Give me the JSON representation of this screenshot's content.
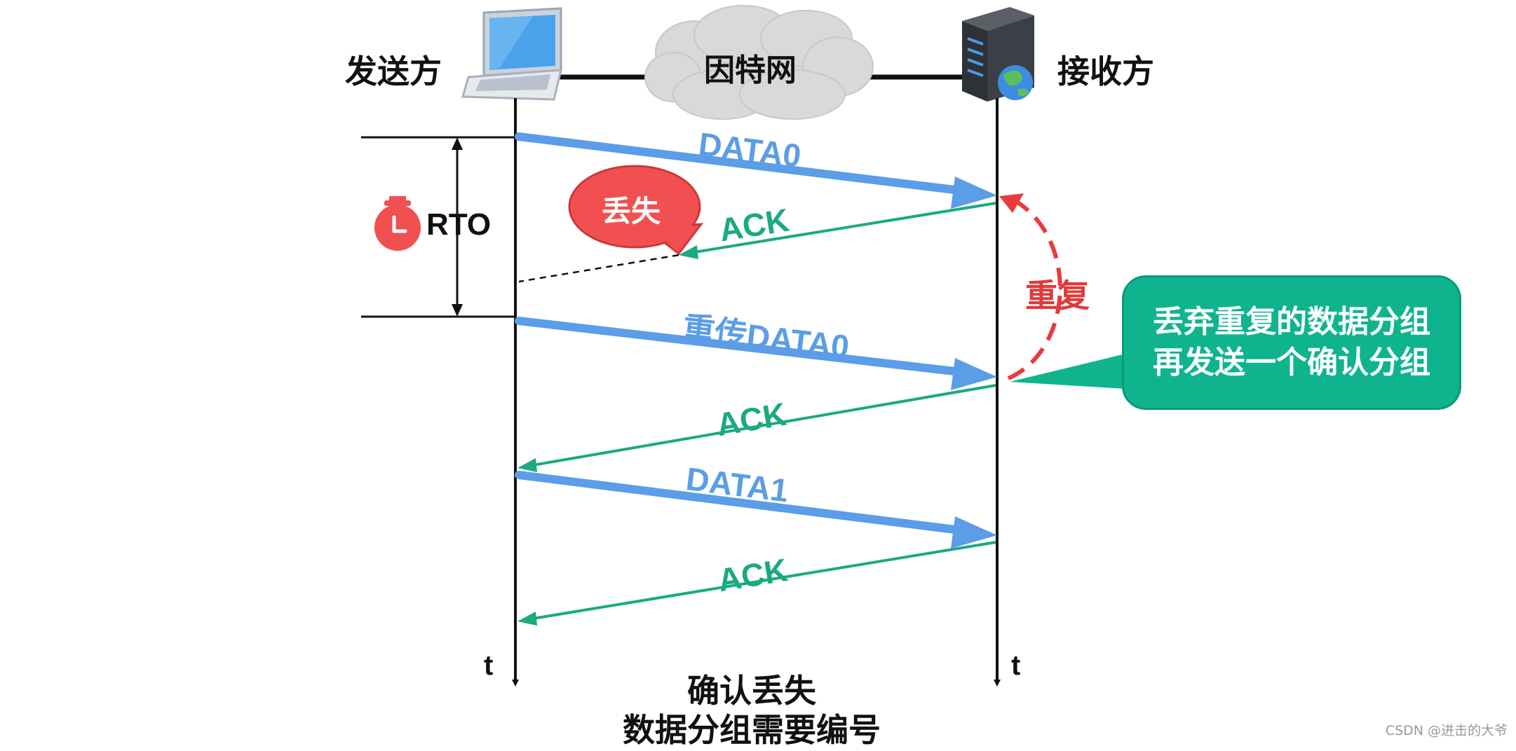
{
  "sender": {
    "label": "发送方"
  },
  "receiver": {
    "label": "接收方"
  },
  "network": {
    "label": "因特网"
  },
  "timer": {
    "label": "RTO"
  },
  "time_axis": {
    "left_label": "t",
    "right_label": "t"
  },
  "messages": {
    "data0": "DATA0",
    "ack_lost": "ACK",
    "retransmit": "重传DATA0",
    "ack2": "ACK",
    "data1": "DATA1",
    "ack3": "ACK"
  },
  "lost_bubble": {
    "label": "丢失"
  },
  "duplicate": {
    "label": "重复"
  },
  "note": {
    "line1": "丢弃重复的数据分组",
    "line2": "再发送一个确认分组"
  },
  "caption": {
    "line1": "确认丢失",
    "line2": "数据分组需要编号"
  },
  "watermark": "CSDN @进击的大爷",
  "colors": {
    "data_arrow": "#5b9de6",
    "ack_arrow": "#1aaa80",
    "lost_bubble": "#f25050",
    "duplicate": "#e83b3b",
    "note_bg": "#0fb48f"
  }
}
